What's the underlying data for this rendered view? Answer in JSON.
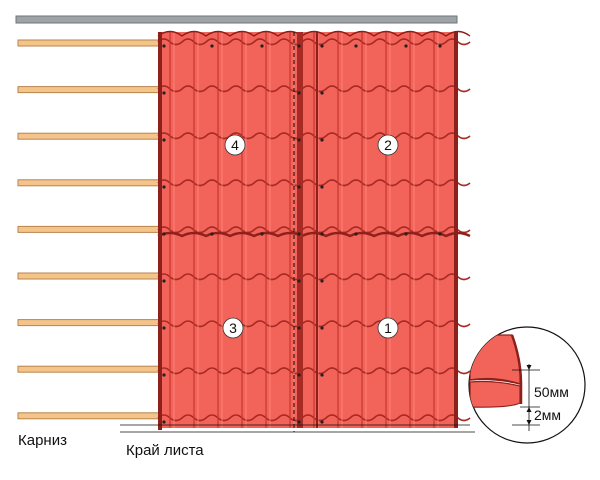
{
  "diagram": {
    "labels": {
      "eave": "Карниз",
      "sheet_edge": "Край листа"
    },
    "sheets": [
      {
        "number": "1",
        "position": "bottom-right"
      },
      {
        "number": "2",
        "position": "top-right"
      },
      {
        "number": "3",
        "position": "bottom-left"
      },
      {
        "number": "4",
        "position": "top-left"
      }
    ],
    "detail": {
      "dim_overlap": "50мм",
      "dim_gap": "2мм"
    },
    "batten_count": 9,
    "colors": {
      "tile_fill": "#f2645a",
      "tile_rib": "#c9352d",
      "tile_shadow": "#a82a24",
      "tile_dark_edge": "#8e201b",
      "batten_fill": "#f4c48a",
      "batten_stroke": "#b7864c",
      "ridge_bar": "#9ea3a8",
      "line": "#111111"
    }
  }
}
